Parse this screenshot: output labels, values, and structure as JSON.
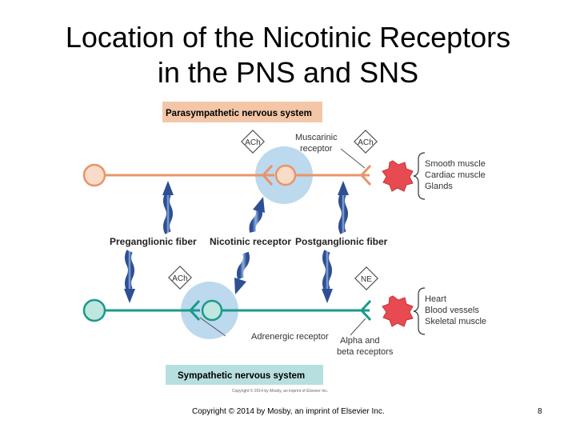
{
  "slide": {
    "title_line1": "Location of the Nicotinic Receptors",
    "title_line2": "in the PNS and SNS",
    "footer_copyright": "Copyright © 2014 by Mosby, an imprint of Elsevier Inc.",
    "page_number": "8"
  },
  "figure": {
    "parasympathetic_label": "Parasympathetic nervous system",
    "sympathetic_label": "Sympathetic nervous system",
    "ach_top_left": "ACh",
    "ach_top_right": "ACh",
    "ach_bottom_left": "ACh",
    "ne_bottom_right": "NE",
    "muscarinic_line1": "Muscarinic",
    "muscarinic_line2": "receptor",
    "preganglionic_label": "Preganglionic fiber",
    "nicotinic_label": "Nicotinic receptor",
    "postganglionic_label": "Postganglionic fiber",
    "adrenergic_label": "Adrenergic receptor",
    "alpha_beta_line1": "Alpha and",
    "alpha_beta_line2": "beta receptors",
    "para_targets": [
      "Smooth muscle",
      "Cardiac muscle",
      "Glands"
    ],
    "symp_targets": [
      "Heart",
      "Blood vessels",
      "Skeletal muscle"
    ],
    "image_credit": "Copyright © 2014 by Mosby, an imprint of Elsevier Inc.",
    "colors": {
      "parasympathetic_fiber": "#e8946a",
      "sympathetic_fiber": "#1a9a8a",
      "receptor_halo": "#bcd9ee",
      "effector": "#e84a52",
      "arrow_blue": "#4a6fb3",
      "para_header_bg": "#f3c6a8",
      "symp_header_bg": "#b8dfe0"
    }
  }
}
